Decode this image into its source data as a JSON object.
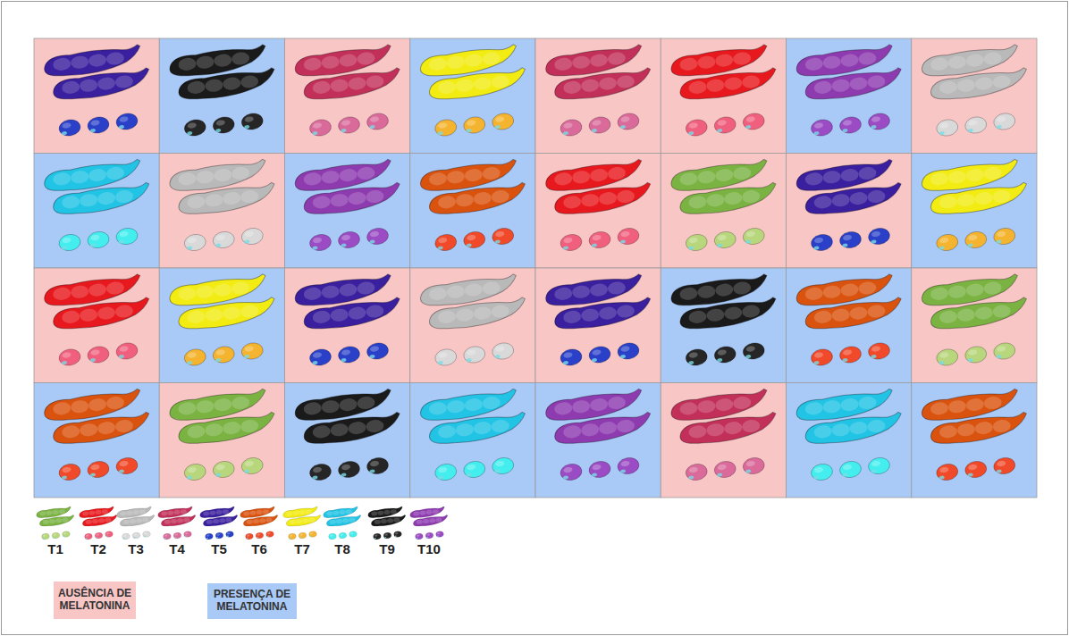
{
  "diagram": {
    "legend": [
      {
        "text": "T1"
      },
      {
        "text": "T2"
      },
      {
        "text": "T3"
      },
      {
        "text": "T4"
      },
      {
        "text": "T5"
      },
      {
        "text": "T6"
      },
      {
        "text": "T7"
      },
      {
        "text": "T8"
      },
      {
        "text": "T9"
      },
      {
        "text": "T10"
      },
      {
        "text": "AUSÊNCIA DE MELATONINA",
        "color": "#f9c6c6"
      },
      {
        "text": "PRESENÇA DE MELATONINA",
        "color": "#a9c9f6"
      }
    ]
  }
}
